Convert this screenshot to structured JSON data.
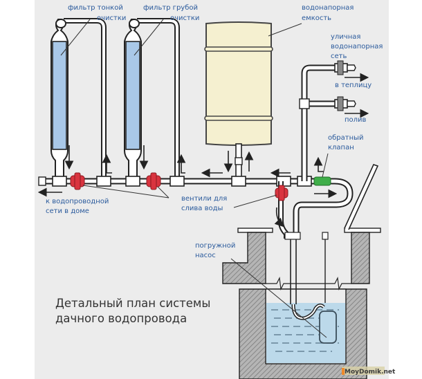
{
  "diagram": {
    "title_line1": "Детальный план системы",
    "title_line2": "дачного водопровода",
    "labels": {
      "fine_filter_1": "фильтр тонкой",
      "fine_filter_2": "очистки",
      "coarse_filter_1": "фильтр грубой",
      "coarse_filter_2": "очистки",
      "tank_1": "водонапорная",
      "tank_2": "емкость",
      "street_1": "уличная",
      "street_2": "водонапорная",
      "street_3": "сеть",
      "greenhouse": "в теплицу",
      "watering": "полив",
      "check_valve_1": "обратный",
      "check_valve_2": "клапан",
      "house_1": "к водопроводной",
      "house_2": "сети в доме",
      "drain_valves_1": "вентили для",
      "drain_valves_2": "слива воды",
      "pump_1": "погружной",
      "pump_2": "насос"
    },
    "watermark": "MoyDomik.net",
    "colors": {
      "label_blue": "#2a5a9c",
      "filter_blue": "#a9c8e8",
      "tank_cream": "#f5f0d0",
      "valve_red": "#d9343f",
      "check_valve_green": "#3fae49",
      "water": "#bcd9ea",
      "panel_gray": "#ececec"
    }
  }
}
